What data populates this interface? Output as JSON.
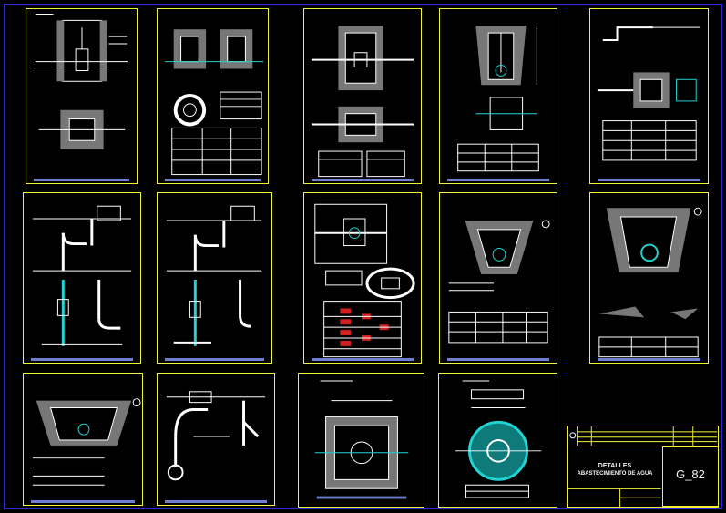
{
  "title_block": {
    "title_line1": "DETALLES",
    "title_line2": "ABASTECIMIENTO DE AGUA",
    "sheet_code": "G_82"
  },
  "colors": {
    "frame": "#f2f236",
    "line": "#ffffff",
    "accent": "#22d3d3",
    "hatch": "#9a9a9a",
    "caption": "#6f7fd0",
    "border": "#2a2ad8",
    "table_red": "#d02020"
  }
}
